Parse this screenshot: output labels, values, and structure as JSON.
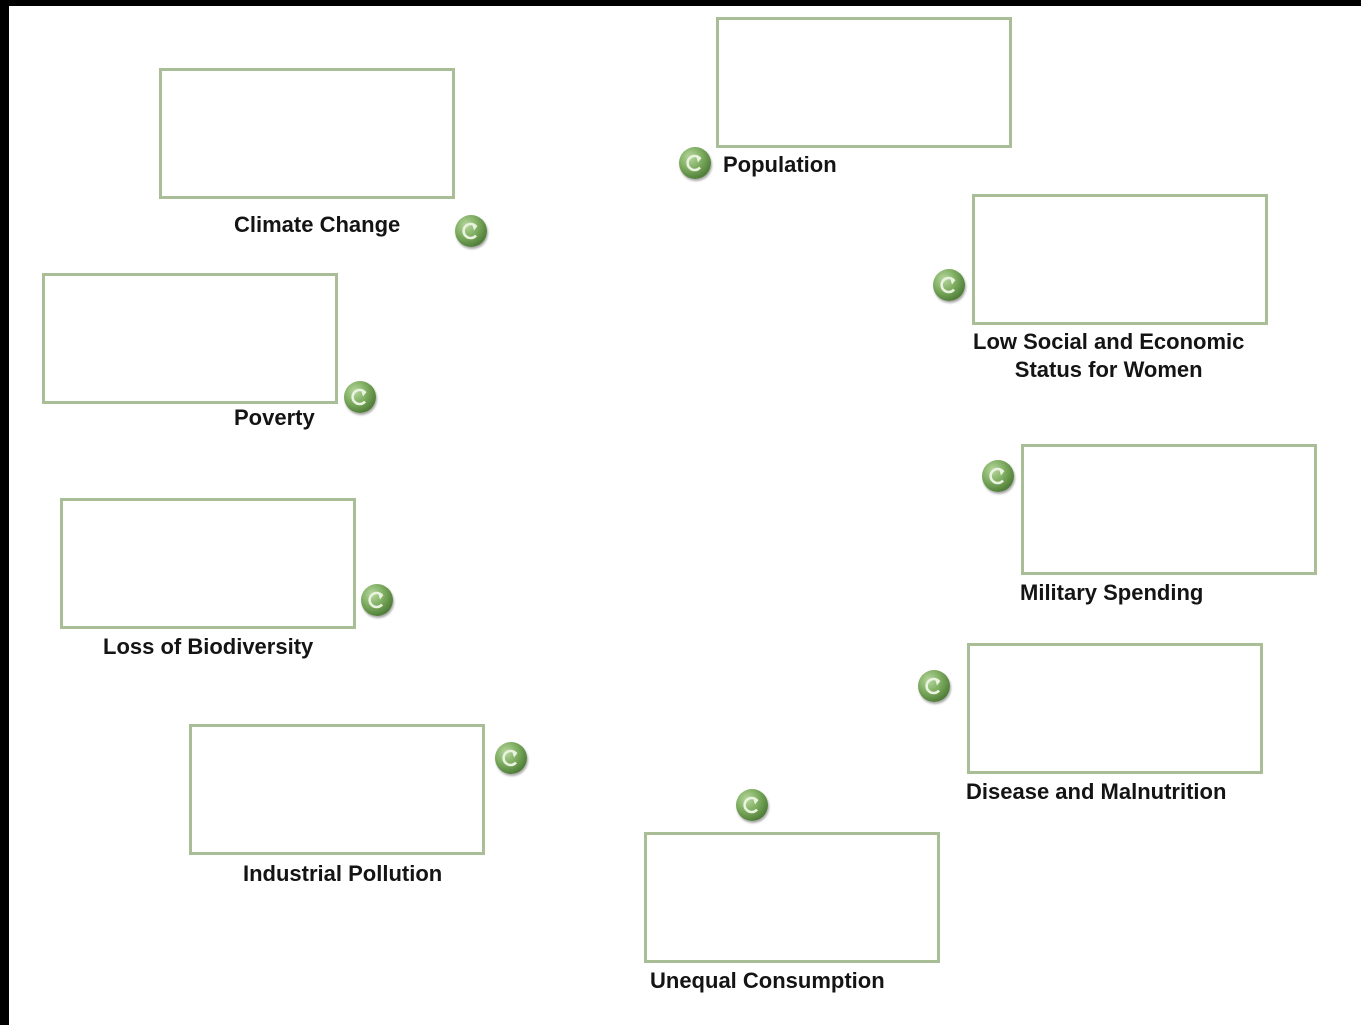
{
  "nodes": {
    "population": {
      "label": "Population"
    },
    "climate_change": {
      "label": "Climate Change"
    },
    "low_status_women": {
      "label_line1": "Low Social and Economic",
      "label_line2": "Status for Women"
    },
    "poverty": {
      "label": "Poverty"
    },
    "military_spending": {
      "label": "Military Spending"
    },
    "loss_of_biodiversity": {
      "label": "Loss of Biodiversity"
    },
    "disease_malnutrition": {
      "label": "Disease and Malnutrition"
    },
    "industrial_pollution": {
      "label": "Industrial Pollution"
    },
    "unequal_consumption": {
      "label": "Unequal Consumption"
    }
  },
  "colors": {
    "box_border": "#a9be96",
    "button_green": "#5f8f44",
    "background": "#ffffff",
    "frame": "#000000"
  },
  "icons": {
    "node_button": "green-circle-arrow-icon"
  }
}
